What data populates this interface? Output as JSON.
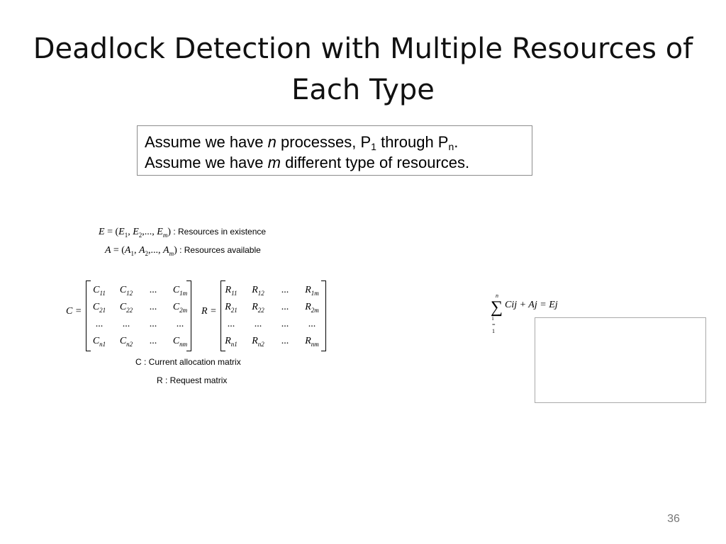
{
  "slide": {
    "title": "Deadlock Detection with Multiple Resources of Each Type",
    "page_number": "36"
  },
  "assume": {
    "line1_a": "Assume we have ",
    "line1_n": "n",
    "line1_b": " processes, P",
    "line1_sub1": "1",
    "line1_c": " through P",
    "line1_subn": "n",
    "line1_d": ".",
    "line2_a": "Assume we have ",
    "line2_m": "m",
    "line2_b": " different type of resources."
  },
  "vectors": {
    "existence_desc": "Resources in existence",
    "available_desc": "Resources available"
  },
  "matrices": {
    "C": {
      "name": "C",
      "rows": [
        [
          [
            "C",
            "11"
          ],
          [
            "C",
            "12"
          ],
          [
            "...",
            ""
          ],
          [
            "C",
            "1m"
          ]
        ],
        [
          [
            "C",
            "21"
          ],
          [
            "C",
            "22"
          ],
          [
            "...",
            ""
          ],
          [
            "C",
            "2m"
          ]
        ],
        [
          [
            "...",
            ""
          ],
          [
            "...",
            ""
          ],
          [
            "...",
            ""
          ],
          [
            "...",
            ""
          ]
        ],
        [
          [
            "C",
            "n1"
          ],
          [
            "C",
            "n2"
          ],
          [
            "...",
            ""
          ],
          [
            "C",
            "nm"
          ]
        ]
      ]
    },
    "R": {
      "name": "R",
      "rows": [
        [
          [
            "R",
            "11"
          ],
          [
            "R",
            "12"
          ],
          [
            "...",
            ""
          ],
          [
            "R",
            "1m"
          ]
        ],
        [
          [
            "R",
            "21"
          ],
          [
            "R",
            "22"
          ],
          [
            "...",
            ""
          ],
          [
            "R",
            "2m"
          ]
        ],
        [
          [
            "...",
            ""
          ],
          [
            "...",
            ""
          ],
          [
            "...",
            ""
          ],
          [
            "...",
            ""
          ]
        ],
        [
          [
            "R",
            "n1"
          ],
          [
            "R",
            "n2"
          ],
          [
            "...",
            ""
          ],
          [
            "R",
            "nm"
          ]
        ]
      ]
    }
  },
  "captions": {
    "c_label": "C : Current allocation matrix",
    "r_label": "R : Request matrix"
  },
  "formula": {
    "upper": "n",
    "lower": "i = 1",
    "expression": "Cij + Aj = Ej"
  }
}
